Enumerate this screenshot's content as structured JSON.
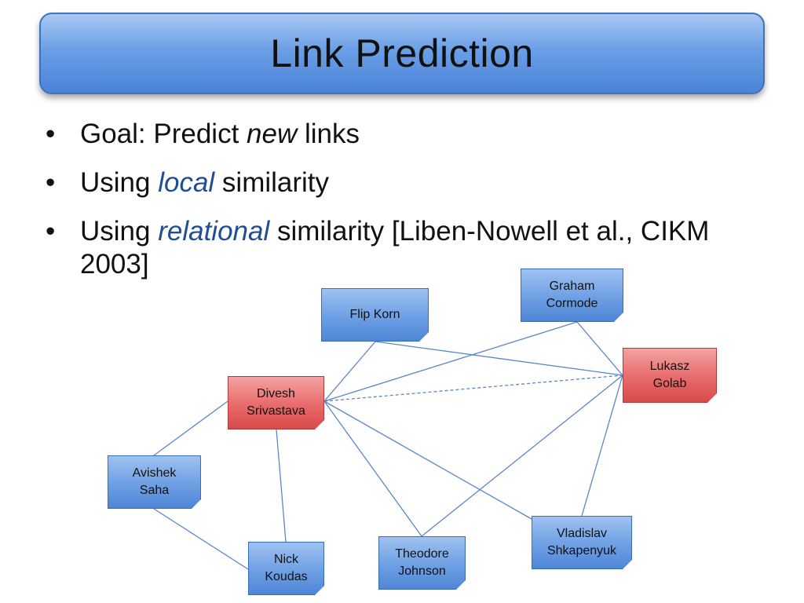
{
  "slide": {
    "title": "Link Prediction",
    "bullets": [
      {
        "pre": "Goal: Predict ",
        "accent": "new",
        "post": " links"
      },
      {
        "pre": "Using ",
        "accent": "local",
        "post": " similarity"
      },
      {
        "pre": "Using ",
        "accent": "relational",
        "post": " similarity [Liben-Nowell et al., CIKM 2003]"
      }
    ]
  },
  "graph": {
    "nodes": {
      "flip_korn": "Flip Korn",
      "graham_cormode": "Graham\nCormode",
      "lukasz_golab": "Lukasz\nGolab",
      "divesh_srivastava": "Divesh\nSrivastava",
      "avishek_saha": "Avishek\nSaha",
      "nick_koudas": "Nick\nKoudas",
      "theodore_johnson": "Theodore\nJohnson",
      "vladislav_shkapenyuk": "Vladislav\nShkapenyuk"
    },
    "colors": {
      "known": "#6d9fe4",
      "predicted_pair": "#e86a6a",
      "edge": "#5b86c6"
    },
    "edges": [
      {
        "from": "divesh_srivastava",
        "to": "flip_korn",
        "style": "solid"
      },
      {
        "from": "divesh_srivastava",
        "to": "graham_cormode",
        "style": "solid"
      },
      {
        "from": "divesh_srivastava",
        "to": "avishek_saha",
        "style": "solid"
      },
      {
        "from": "divesh_srivastava",
        "to": "nick_koudas",
        "style": "solid"
      },
      {
        "from": "divesh_srivastava",
        "to": "theodore_johnson",
        "style": "solid"
      },
      {
        "from": "divesh_srivastava",
        "to": "vladislav_shkapenyuk",
        "style": "solid"
      },
      {
        "from": "divesh_srivastava",
        "to": "lukasz_golab",
        "style": "dashed"
      },
      {
        "from": "flip_korn",
        "to": "lukasz_golab",
        "style": "solid"
      },
      {
        "from": "graham_cormode",
        "to": "lukasz_golab",
        "style": "solid"
      },
      {
        "from": "lukasz_golab",
        "to": "theodore_johnson",
        "style": "solid"
      },
      {
        "from": "lukasz_golab",
        "to": "vladislav_shkapenyuk",
        "style": "solid"
      },
      {
        "from": "avishek_saha",
        "to": "nick_koudas",
        "style": "solid"
      }
    ]
  }
}
